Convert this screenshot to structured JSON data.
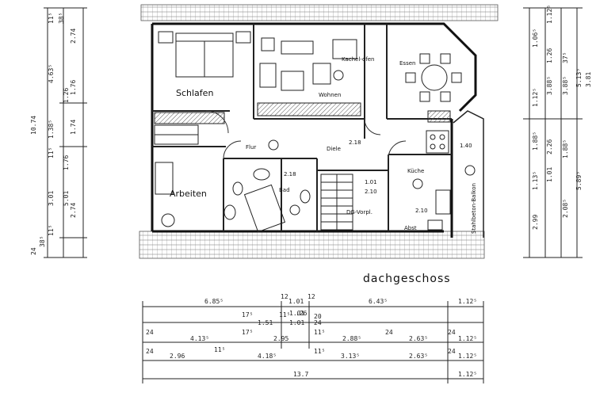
{
  "plan_title": "dachgeschoss",
  "rooms": {
    "schlafen": "Schlafen",
    "arbeiten": "Arbeiten",
    "wohnen": "Wohnen",
    "essen": "Essen",
    "flur": "Flur",
    "diele": "Diele",
    "bad": "Bad",
    "kueche": "Küche",
    "abst": "Abst",
    "balkon": "Stahlbeton-Balkon",
    "kachelofen": "Kachel-ofen",
    "dg_vorpl": "DG-Vorpl."
  },
  "room_dims": [
    "2.18",
    "2.18",
    "1.40",
    "1.01",
    "2.10",
    "2.10"
  ],
  "left_dims": {
    "outer": "10.74",
    "mid": [
      "4.63⁵",
      "1.38⁵",
      "3.01"
    ],
    "inner": [
      "2.74",
      "1.76",
      "1.74",
      "1.26",
      "1.76",
      "5.01",
      "2.74"
    ],
    "small": [
      "11⁵",
      "38⁵",
      "11⁵",
      "11⁵",
      "24",
      "38⁵"
    ]
  },
  "right_dims": {
    "col1": [
      "2.99",
      "1.13⁵",
      "1.88⁵",
      "1.12⁵",
      "1.06⁵"
    ],
    "col2": [
      "1.01",
      "2.26",
      "3.88⁵",
      "1.26",
      "1.12⁵"
    ],
    "col3": [
      "2.08⁵",
      "1.88⁵",
      "3.88⁵",
      "37⁵"
    ],
    "col4": [
      "5.89⁵",
      "5.13⁵"
    ],
    "col5": [
      "3.81"
    ]
  },
  "bottom_dims": {
    "row1": [
      "6.85⁵",
      "1.01",
      "6.43⁵",
      "1.12⁵"
    ],
    "row1_small": [
      "12",
      "12"
    ],
    "row2": [
      "1.51",
      "1.01",
      ".26",
      "1.01"
    ],
    "row2_small": [
      "17⁵",
      "11⁵",
      "20",
      "24"
    ],
    "row3": [
      "4.13⁵",
      "2.95",
      "2.88⁵",
      "2.63⁵",
      "1.12⁵"
    ],
    "row3_small": [
      "24",
      "17⁵",
      "11⁵",
      "24",
      "24"
    ],
    "row4": [
      "2.96",
      "4.18⁵",
      "3.13⁵",
      "2.63⁵",
      "1.12⁵"
    ],
    "row4_small": [
      "24",
      "11⁵",
      "11⁵",
      "24"
    ],
    "row5": [
      "13.7",
      "1.12⁵"
    ]
  }
}
